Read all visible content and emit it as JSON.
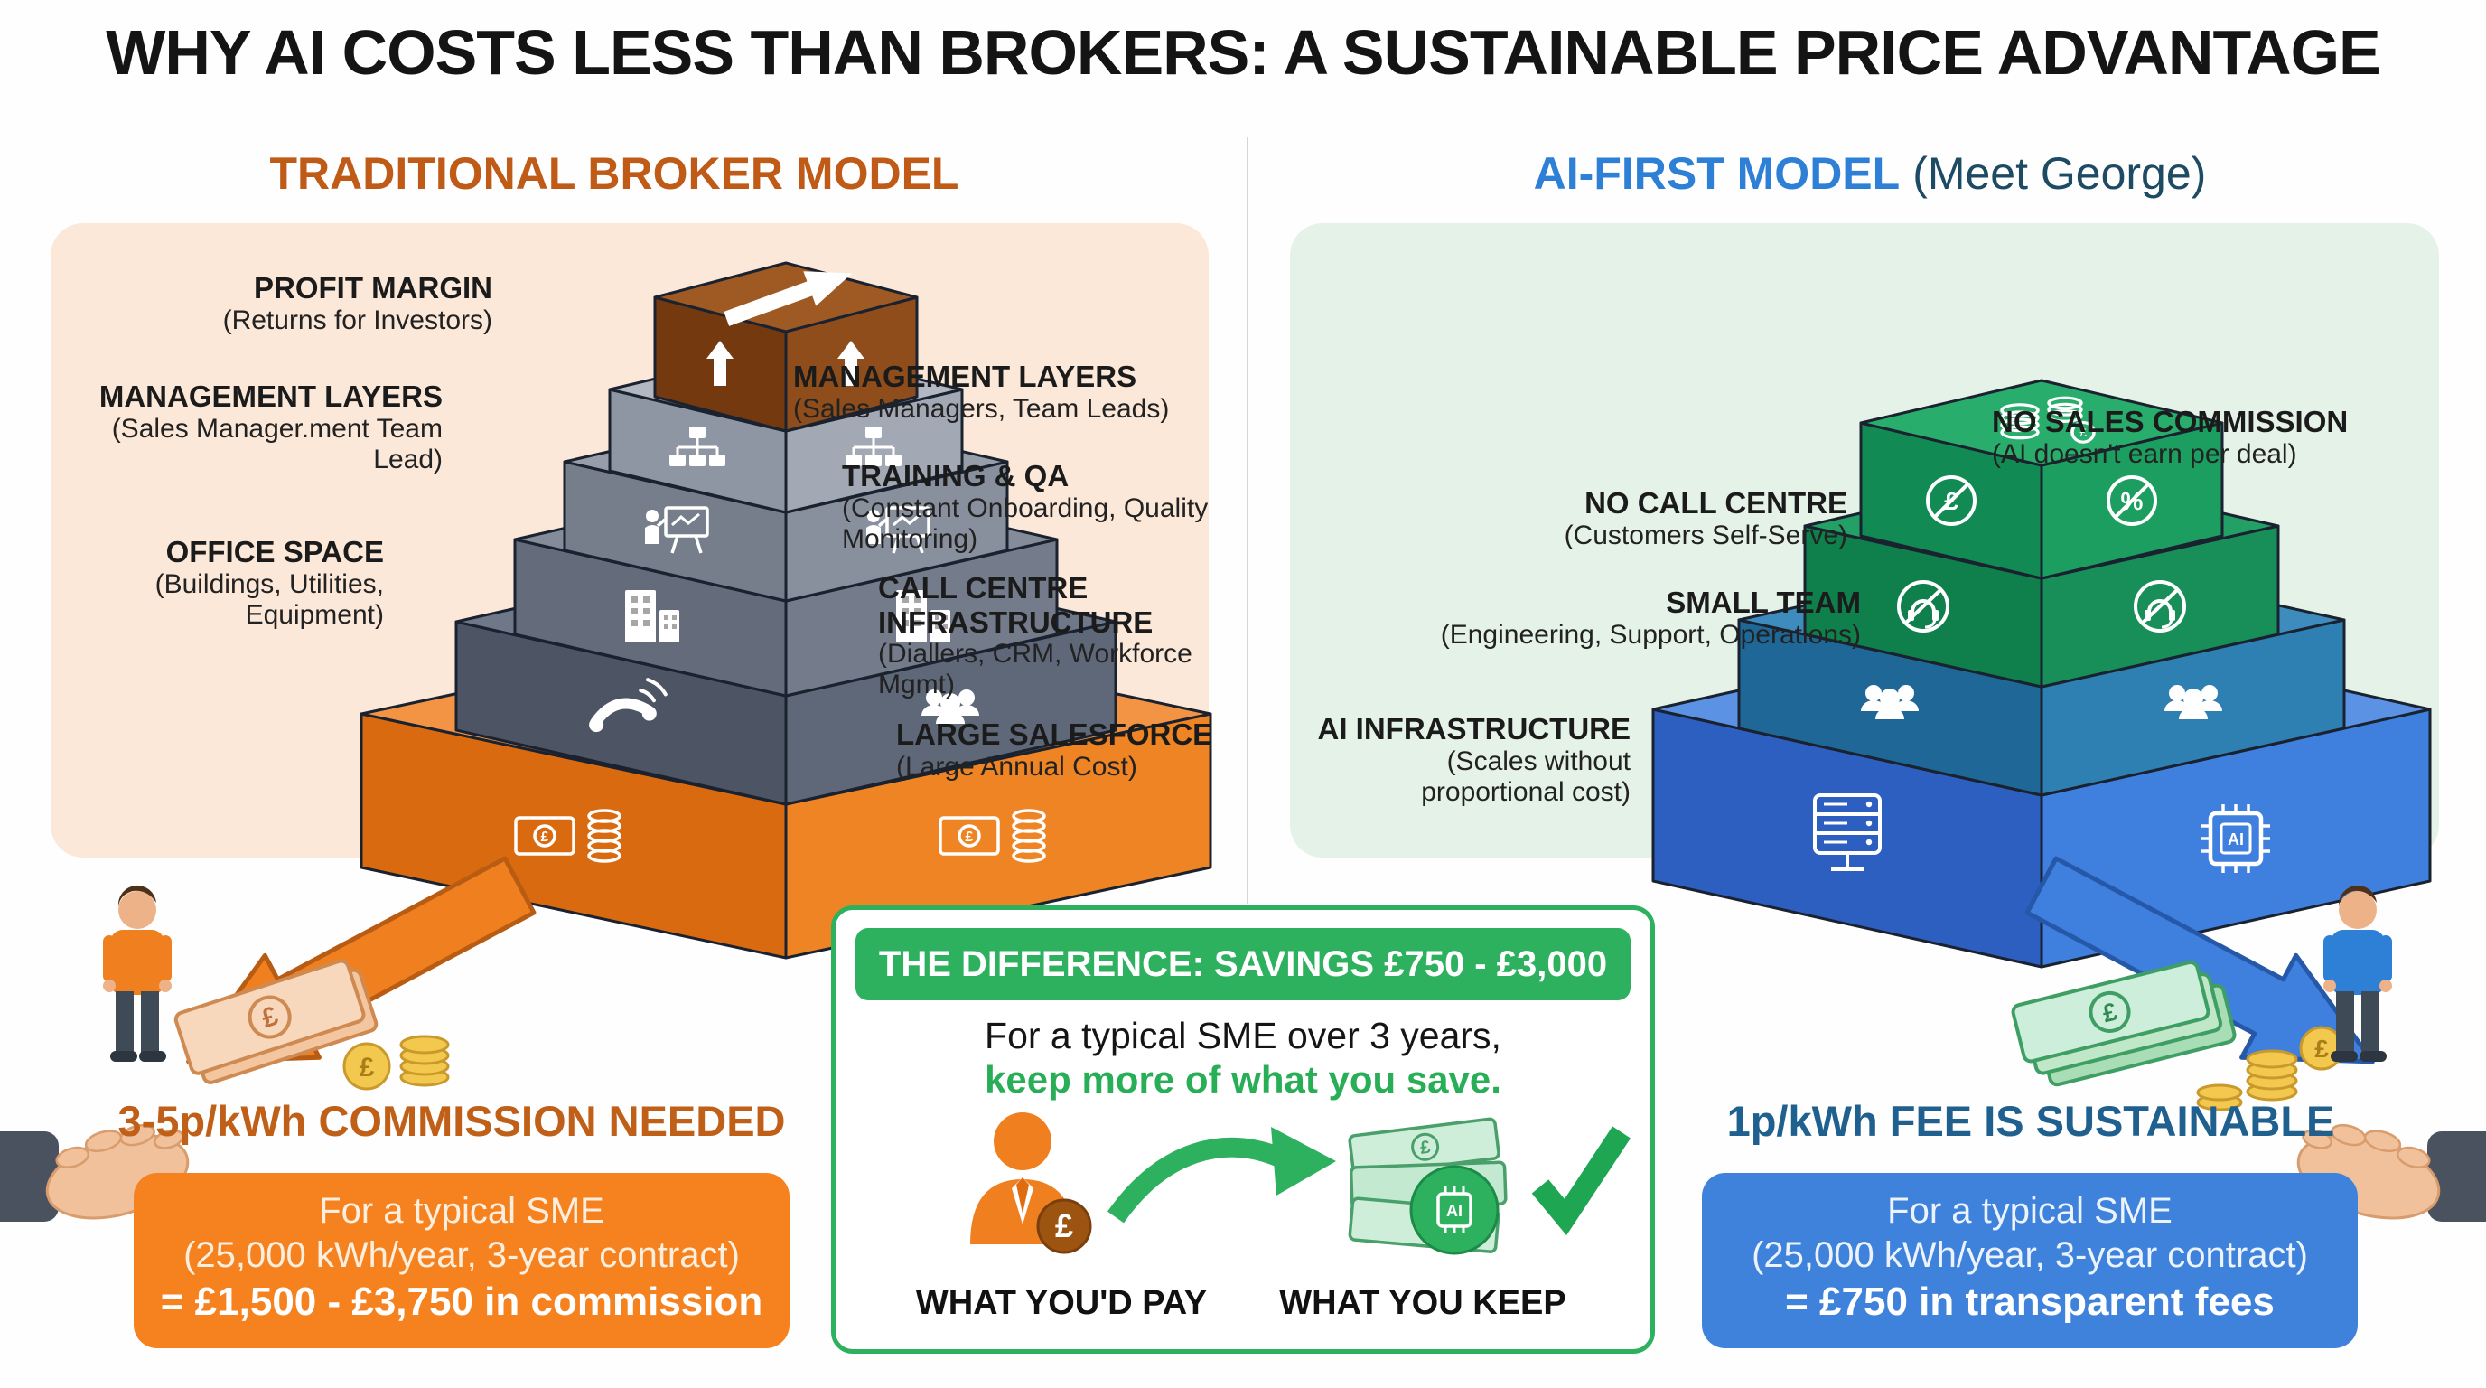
{
  "title": "WHY AI COSTS LESS THAN BROKERS: A SUSTAINABLE PRICE ADVANTAGE",
  "icons": {
    "pound": "£",
    "percent": "%",
    "ai": "AI"
  },
  "colors": {
    "broker_accent": "#bf5a17",
    "broker_orange": "#f0801f",
    "ai_accent": "#2e7fd6",
    "ai_dark": "#20608f",
    "savings_green": "#2db15f",
    "left_panel_bg": "#fbe8d9",
    "right_panel_bg": "#e4f2e8"
  },
  "left": {
    "heading": "TRADITIONAL BROKER MODEL",
    "labels": {
      "profit": {
        "title": "PROFIT MARGIN",
        "sub": "(Returns for Investors)"
      },
      "mgmt_left": {
        "title": "MANAGEMENT LAYERS",
        "sub": "(Sales Manager.ment Team Lead)"
      },
      "office": {
        "title": "OFFICE SPACE",
        "sub": "(Buildings, Utilities, Equipment)"
      },
      "mgmt_right": {
        "title": "MANAGEMENT LAYERS",
        "sub": "(Sales Managers, Team Leads)"
      },
      "training": {
        "title": "TRAINING & QA",
        "sub": "(Constant Onboarding, Quality Monitoring)"
      },
      "callcentre": {
        "title": "CALL CENTRE INFRASTRUCTURE",
        "sub": "(Diallers, CRM, Workforce Mgmt)"
      },
      "salesforce": {
        "title": "LARGE SALESFORCE",
        "sub": "(Large Annual Cost)"
      }
    },
    "bottom_heading": "3-5p/kWh COMMISSION NEEDED",
    "box": [
      "For a typical SME",
      "(25,000 kWh/year, 3-year contract)",
      "= £1,500 - £3,750 in commission"
    ]
  },
  "right": {
    "heading_bold": "AI-FIRST MODEL",
    "heading_note": "(Meet George)",
    "labels": {
      "no_commission": {
        "title": "NO SALES COMMISSION",
        "sub": "(AI doesn't earn per deal)"
      },
      "no_callcentre": {
        "title": "NO CALL CENTRE",
        "sub": "(Customers Self-Serve)"
      },
      "small_team": {
        "title": "SMALL TEAM",
        "sub": "(Engineering, Support, Operations)"
      },
      "ai_infra": {
        "title": "AI INFRASTRUCTURE",
        "sub": "(Scales without proportional cost)"
      }
    },
    "bottom_heading": "1p/kWh FEE IS SUSTAINABLE",
    "box": [
      "For a typical SME",
      "(25,000 kWh/year, 3-year contract)",
      "= £750 in transparent fees"
    ]
  },
  "center": {
    "banner": "THE DIFFERENCE: SAVINGS £750 - £3,000",
    "line1": "For a typical SME over 3 years,",
    "line2": "keep more of what you save.",
    "pay_label": "WHAT YOU'D PAY",
    "keep_label": "WHAT YOU KEEP"
  }
}
